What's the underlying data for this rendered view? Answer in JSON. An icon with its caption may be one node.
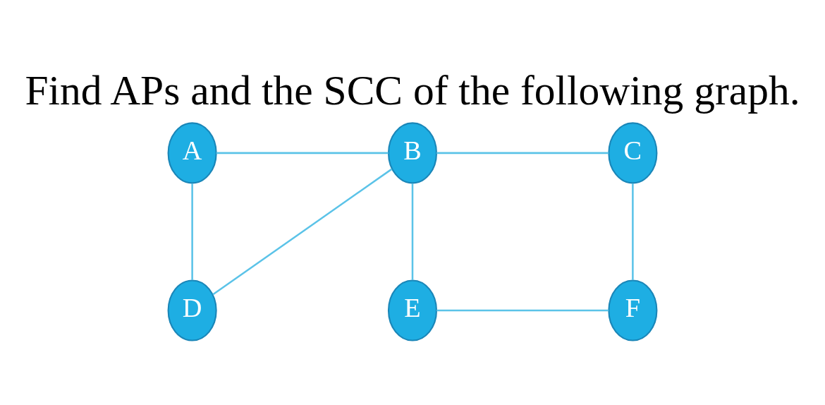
{
  "diagram": {
    "title": "Find APs and the SCC of the following graph.",
    "nodes": [
      {
        "text": [
          "A"
        ]
      },
      {
        "text": [
          "B"
        ]
      },
      {
        "text": [
          "C"
        ]
      },
      {
        "text": [
          "D"
        ]
      },
      {
        "text": [
          "E"
        ]
      },
      {
        "text": [
          "F"
        ]
      }
    ],
    "edges": [
      {
        "from": 0,
        "to": 1,
        "arrow": "none"
      },
      {
        "from": 1,
        "to": 2,
        "arrow": "none"
      },
      {
        "from": 0,
        "to": 3,
        "arrow": "none"
      },
      {
        "from": 1,
        "to": 3,
        "arrow": "none"
      },
      {
        "from": 1,
        "to": 4,
        "arrow": "none"
      },
      {
        "from": 2,
        "to": 5,
        "arrow": "none"
      },
      {
        "from": 4,
        "to": 5,
        "arrow": "none"
      }
    ]
  }
}
